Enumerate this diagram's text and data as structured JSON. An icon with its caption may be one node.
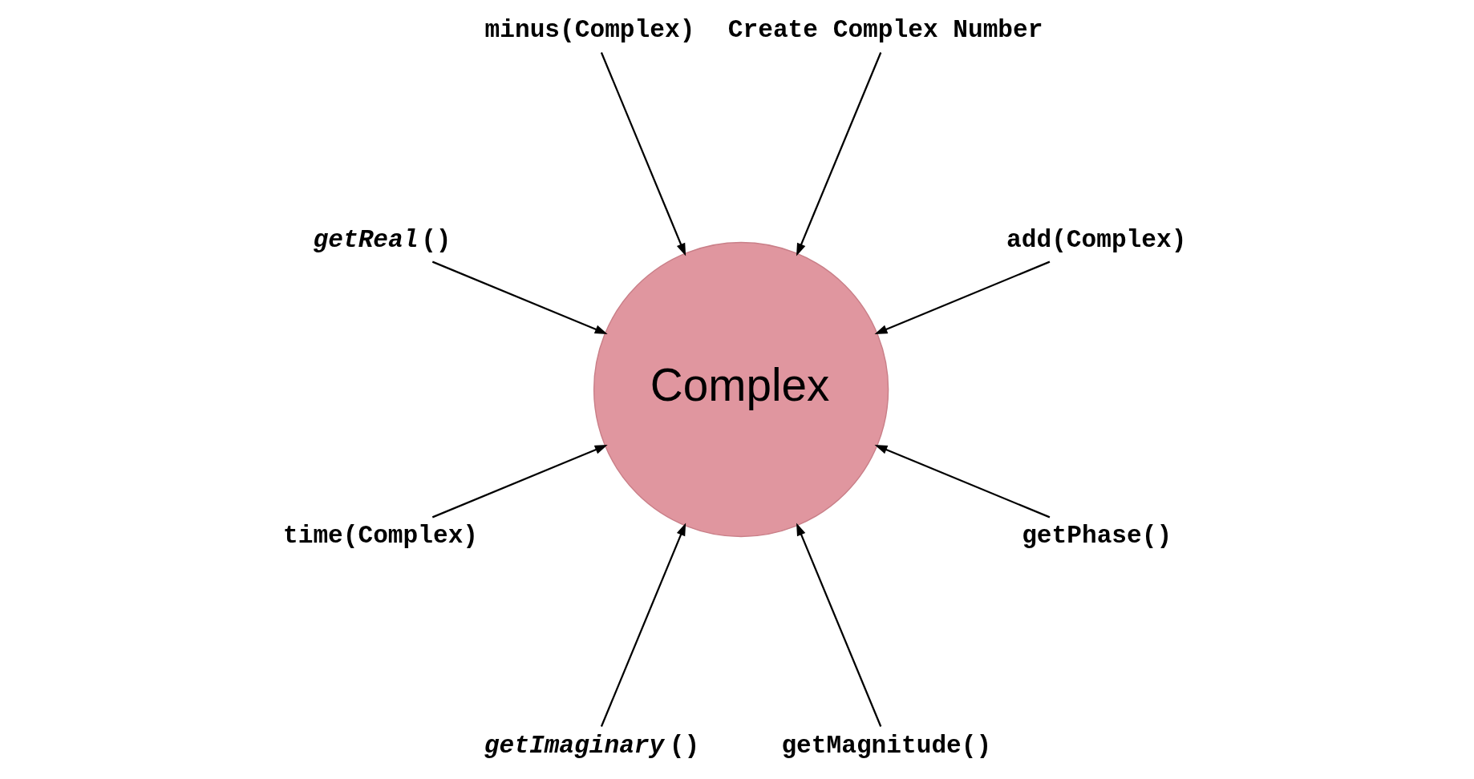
{
  "diagram": {
    "nodes": [
      {
        "text": [
          "Complex"
        ]
      },
      {
        "text": [
          "add(Complex)"
        ]
      },
      {
        "text": [
          "Create Complex Number"
        ]
      },
      {
        "text": [
          "minus(Complex)"
        ]
      },
      {
        "text": [
          "*getReal*()"
        ]
      },
      {
        "text": [
          "time(Complex)"
        ]
      },
      {
        "text": [
          "*getImaginary*()"
        ]
      },
      {
        "text": [
          "getMagnitude()"
        ]
      },
      {
        "text": [
          "getPhase()"
        ]
      }
    ],
    "edges": [
      {
        "from": 1,
        "to": 0,
        "arrow": "to"
      },
      {
        "from": 2,
        "to": 0,
        "arrow": "to"
      },
      {
        "from": 3,
        "to": 0,
        "arrow": "to"
      },
      {
        "from": 4,
        "to": 0,
        "arrow": "to"
      },
      {
        "from": 5,
        "to": 0,
        "arrow": "to"
      },
      {
        "from": 6,
        "to": 0,
        "arrow": "to"
      },
      {
        "from": 7,
        "to": 0,
        "arrow": "to"
      },
      {
        "from": 8,
        "to": 0,
        "arrow": "to"
      }
    ]
  }
}
